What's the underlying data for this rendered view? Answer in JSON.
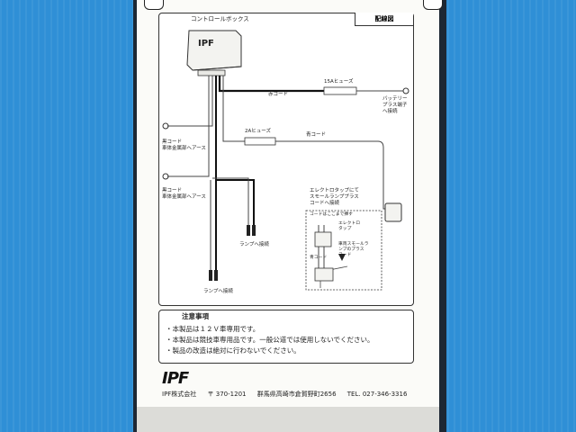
{
  "diagram": {
    "badge": "配線図",
    "control_box_label": "コントロールボックス",
    "ipf_box_mark": "IPF",
    "red_cord": "赤コード",
    "fuse_15a": "15Aヒューズ",
    "battery_line1": "バッテリー",
    "battery_line2": "プラス端子",
    "battery_line3": "へ接続",
    "ground_1_line1": "黒コード",
    "ground_1_line2": "車体金属部へアース",
    "fuse_2a": "2Aヒューズ",
    "blue_cord": "青コード",
    "ground_2_line1": "黒コード",
    "ground_2_line2": "車体金属部へアース",
    "lamp_connect_1": "ランプへ接続",
    "lamp_connect_2": "ランプへ接続",
    "electro_tap_line1": "エレクトロタップにて",
    "electro_tap_line2": "スモールランププラス",
    "electro_tap_line3": "コードへ接続",
    "inset_top": "コードはここまで挿す",
    "inset_tap_1": "エレクトロ",
    "inset_tap_2": "タップ",
    "inset_small_1": "車両スモールラ",
    "inset_small_2": "ンプのプラス",
    "inset_small_3": "コード",
    "inset_blue": "青コード"
  },
  "notes": {
    "title": "注意事項",
    "items": [
      "・本製品は１２Ｖ車専用です。",
      "・本製品は競技車専用品です。一般公道では使用しないでください。",
      "・製品の改造は絶対に行わないでください。"
    ]
  },
  "footer": {
    "logo": "IPF",
    "company": "IPF株式会社",
    "postal": "〒 370-1201",
    "address": "群馬県高崎市倉賀野町2656",
    "phone": "TEL. 027-346-3316"
  }
}
